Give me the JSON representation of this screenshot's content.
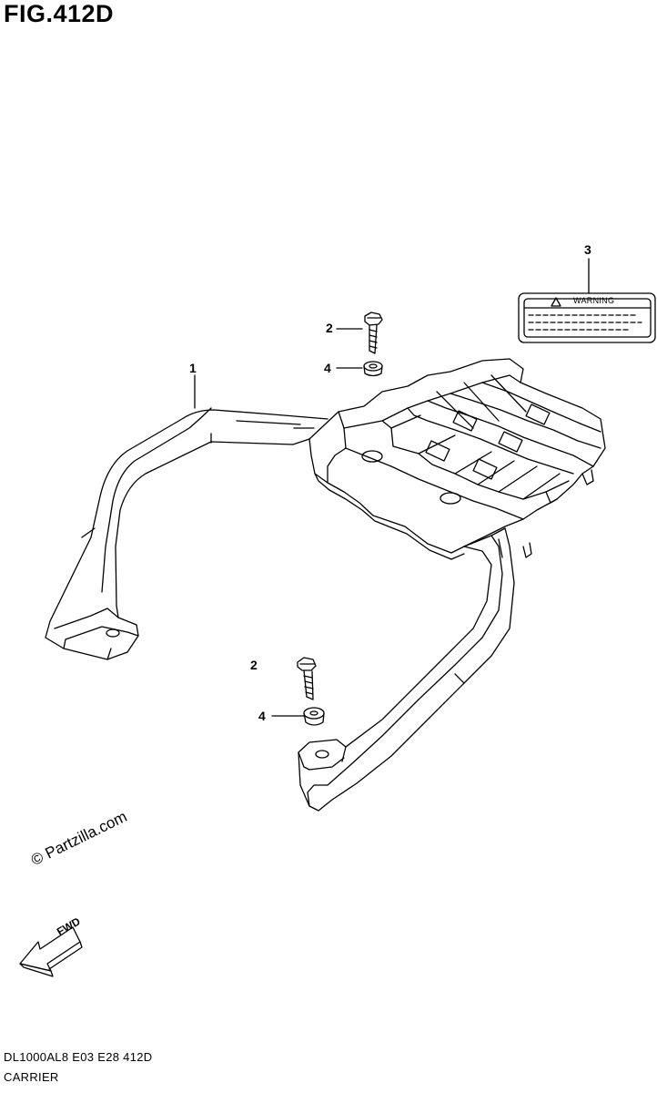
{
  "figure": {
    "title": "FIG.412D"
  },
  "callouts": [
    {
      "id": "1",
      "label": "1"
    },
    {
      "id": "2a",
      "label": "2"
    },
    {
      "id": "4a",
      "label": "4"
    },
    {
      "id": "3",
      "label": "3"
    },
    {
      "id": "2b",
      "label": "2"
    },
    {
      "id": "4b",
      "label": "4"
    }
  ],
  "warning_label": {
    "text": "WARNING",
    "symbol": "warning-triangle-icon"
  },
  "watermark": "© Partzilla.com",
  "fwd_arrow": {
    "text": "FWD",
    "icon": "forward-arrow-icon"
  },
  "footer": {
    "model_code": "DL1000AL8  E03  E28  412D",
    "section_name": "CARRIER"
  }
}
